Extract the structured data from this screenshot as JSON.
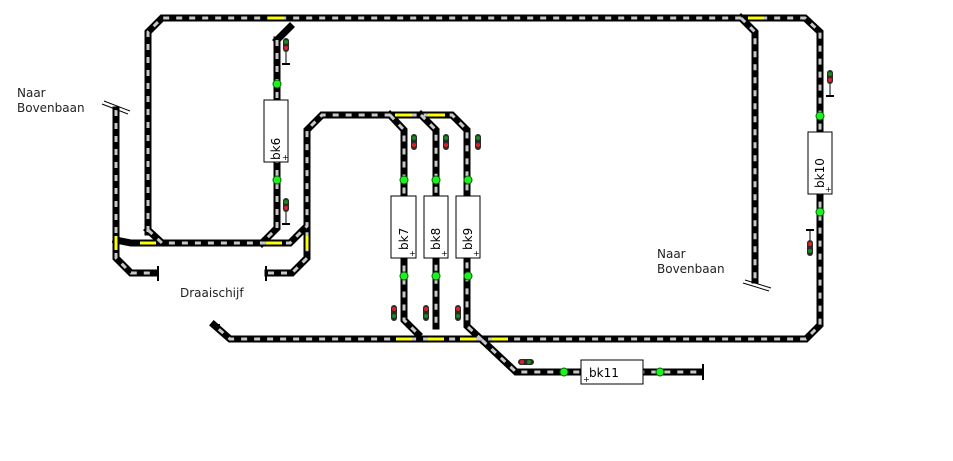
{
  "labels": {
    "naar_bovenbaan_left": [
      "Naar",
      "Bovenbaan"
    ],
    "naar_bovenbaan_right": [
      "Naar",
      "Bovenbaan"
    ],
    "draaischijf": "Draaischijf"
  },
  "blocks": {
    "bk6": "bk6",
    "bk7": "bk7",
    "bk8": "bk8",
    "bk9": "bk9",
    "bk10": "bk10",
    "bk11": "bk11"
  },
  "colors": {
    "track": "#000000",
    "sleeper": "#c8c8c8",
    "selected_track": "#ffff00",
    "sensor_active": "#22ee22",
    "signal_red": "#e02020",
    "signal_green": "#1a8a1a"
  }
}
